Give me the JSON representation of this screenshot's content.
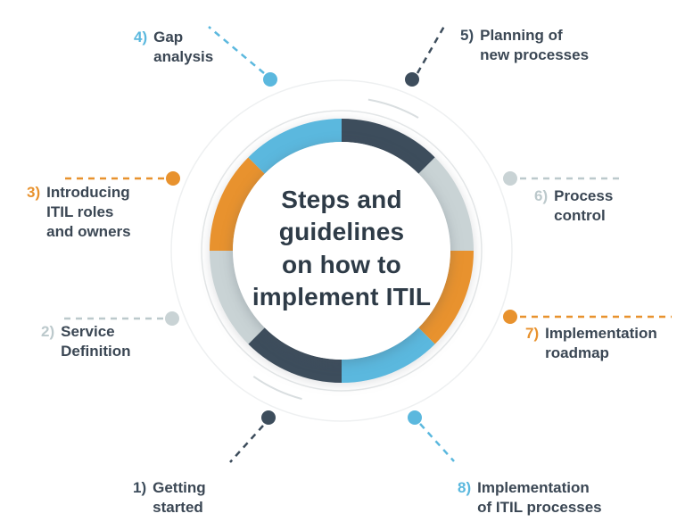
{
  "title": "Steps and\nguidelines\non how to\nimplement ITIL",
  "colors": {
    "blue": "#5bb8de",
    "dark": "#3d4d5c",
    "silver": "#bcc9cc",
    "ring_silver": "#c9d3d5",
    "orange": "#e8922e",
    "label_text": "#3b4754",
    "guide_gray": "#e4e7e8"
  },
  "steps": [
    {
      "number": "1)",
      "label": "Getting\nstarted"
    },
    {
      "number": "2)",
      "label": "Service\nDefinition"
    },
    {
      "number": "3)",
      "label": "Introducing\nITIL roles\nand owners"
    },
    {
      "number": "4)",
      "label": "Gap\nanalysis"
    },
    {
      "number": "5)",
      "label": "Planning of\nnew processes"
    },
    {
      "number": "6)",
      "label": "Process\ncontrol"
    },
    {
      "number": "7)",
      "label": "Implementation\nroadmap"
    },
    {
      "number": "8)",
      "label": "Implementation\nof ITIL processes"
    }
  ]
}
